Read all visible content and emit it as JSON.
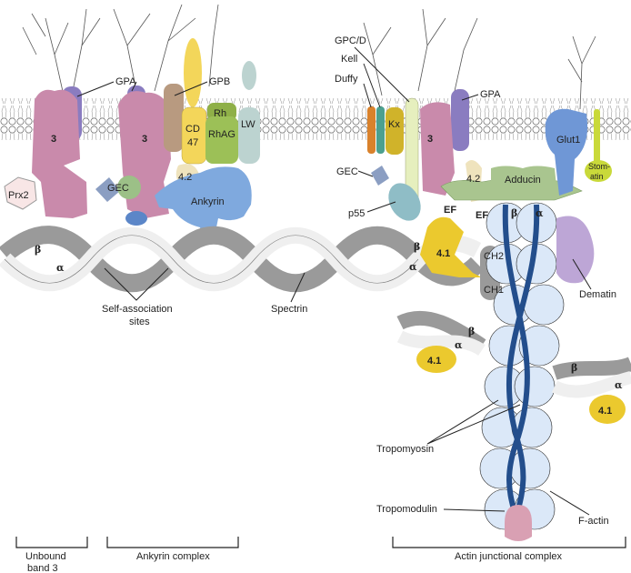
{
  "colors": {
    "band3": "#c98aab",
    "gpa": "#8a7cc0",
    "gpb": "#b89a80",
    "cd47": "#f3d65a",
    "rh": "#9cc057",
    "lw": "#bcd3d0",
    "ankyrin": "#7fa9de",
    "protein42": "#efe3bd",
    "spectrin_beta": "#9a9a9a",
    "spectrin_alpha": "#efefef",
    "adducin": "#a9c58f",
    "glut1": "#6f97d6",
    "stomatin": "#c9d93a",
    "protein41": "#ebc92e",
    "actin": "#dbe8f8",
    "tropomyosin": "#234e8c",
    "tropomodulin": "#d9a0b3",
    "dematin": "#bda6d6",
    "p55": "#8fbdc6",
    "gec": "#8b9ec2",
    "kell": "#4ca08f",
    "duffy": "#d9822c",
    "kx": "#d0b32a",
    "gpcd": "#e6efbe",
    "prx2": "#f8e6e6"
  },
  "labels": {
    "gpa_left": "GPA",
    "gpb": "GPB",
    "band3_1": "3",
    "band3_2": "3",
    "band3_3": "3",
    "cd": "CD",
    "cd_47": "47",
    "rh": "Rh",
    "rhag": "RhAG",
    "lw": "LW",
    "prx2": "Prx2",
    "gec_left": "GEC",
    "p42_left": "4.2",
    "ankyrin": "Ankyrin",
    "self_assoc_1": "Self-association",
    "self_assoc_2": "sites",
    "spectrin": "Spectrin",
    "gpcd": "GPC/D",
    "kell": "Kell",
    "duffy": "Duffy",
    "kx": "Kx",
    "gpa_right": "GPA",
    "glut1": "Glut1",
    "stomatin_1": "Stom-",
    "stomatin_2": "atin",
    "gec_right": "GEC",
    "p42_right": "4.2",
    "adducin": "Adducin",
    "p55": "p55",
    "ef1": "EF",
    "ef2": "EF",
    "p41_main": "4.1",
    "p41_left": "4.1",
    "p41_right": "4.1",
    "ch2": "CH2",
    "ch1": "CH1",
    "dematin": "Dematin",
    "tropomyosin": "Tropomyosin",
    "tropomodulin": "Tropomodulin",
    "factin": "F-actin",
    "beta": "β",
    "alpha": "α"
  },
  "brackets": {
    "unbound_1": "Unbound",
    "unbound_2": "band 3",
    "ankyrin_complex": "Ankyrin complex",
    "actin_complex": "Actin junctional complex"
  }
}
